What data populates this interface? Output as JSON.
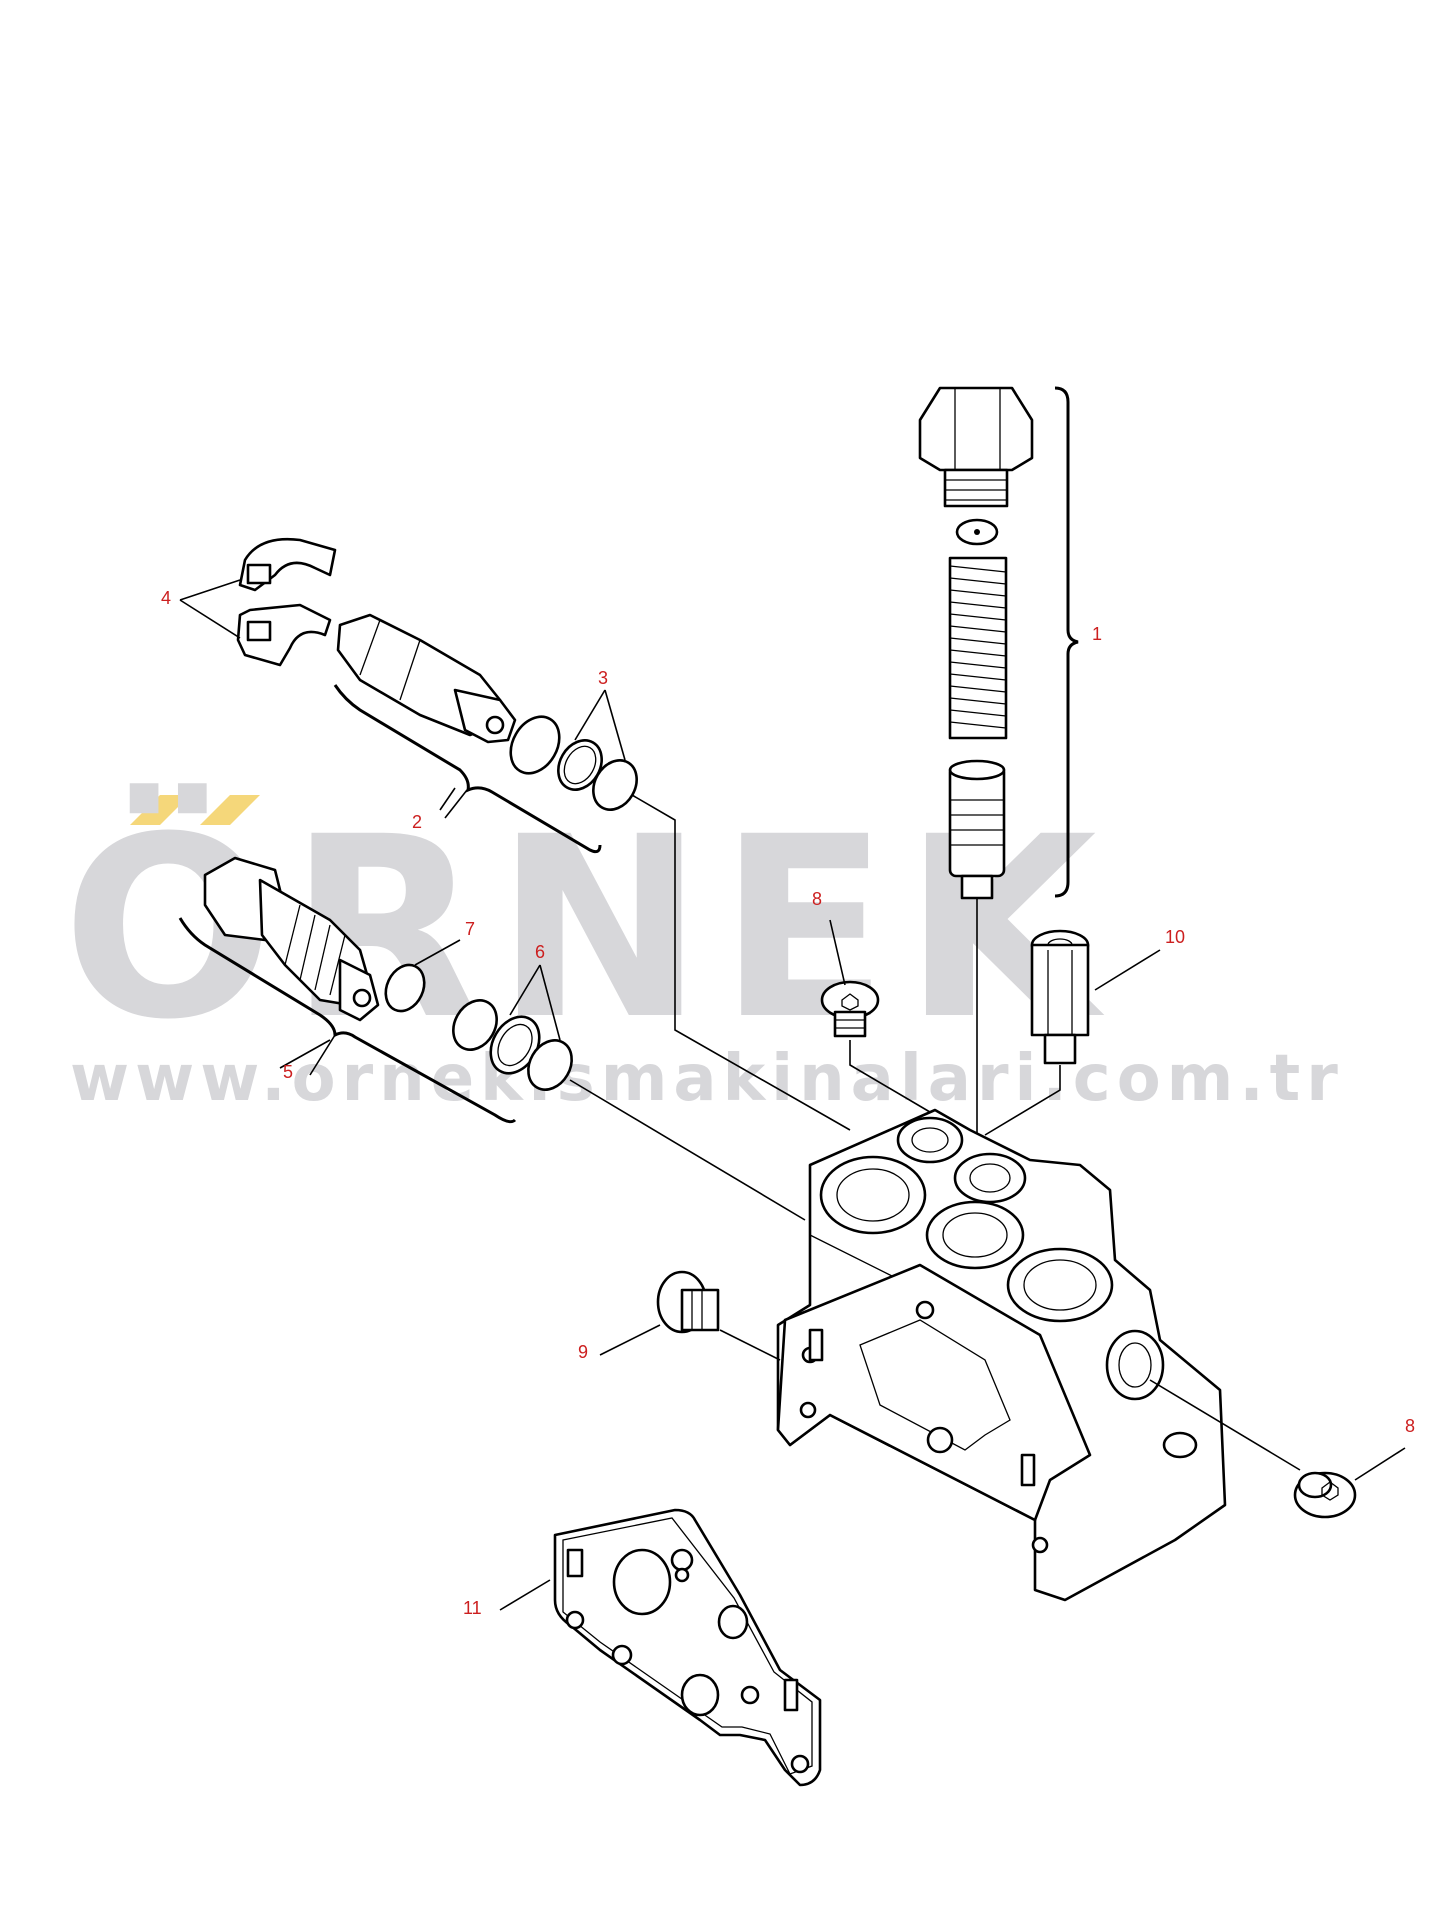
{
  "watermark": {
    "brand": "ÖRNEK",
    "url": "www.ornekismakinalari.com.tr",
    "accent_color": "#f5d77a",
    "text_color": "#d7d7da"
  },
  "callout_color": "#cc1f1f",
  "callouts": [
    {
      "id": "1",
      "label": "1"
    },
    {
      "id": "2",
      "label": "2"
    },
    {
      "id": "3",
      "label": "3"
    },
    {
      "id": "4",
      "label": "4"
    },
    {
      "id": "5",
      "label": "5"
    },
    {
      "id": "6",
      "label": "6"
    },
    {
      "id": "7",
      "label": "7"
    },
    {
      "id": "8a",
      "label": "8"
    },
    {
      "id": "8b",
      "label": "8"
    },
    {
      "id": "9",
      "label": "9"
    },
    {
      "id": "10",
      "label": "10"
    },
    {
      "id": "11",
      "label": "11"
    }
  ]
}
